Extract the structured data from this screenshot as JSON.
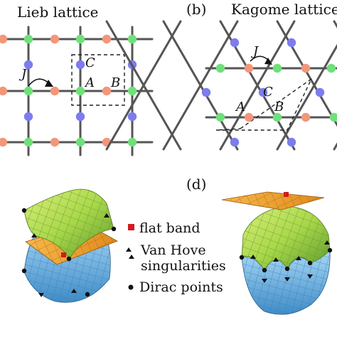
{
  "panels": [
    {
      "id": "a",
      "letter": "",
      "title": "Lieb lattice"
    },
    {
      "id": "b",
      "letter": "(b)",
      "title": "Kagome lattice"
    },
    {
      "id": "c",
      "letter": "",
      "title": ""
    },
    {
      "id": "d",
      "letter": "(d)",
      "title": ""
    }
  ],
  "lieb": {
    "hopping": "J",
    "sites": [
      "A",
      "B",
      "C"
    ]
  },
  "kagome": {
    "hopping": "J",
    "sites": [
      "A",
      "B",
      "C"
    ]
  },
  "legend": [
    {
      "marker": "square",
      "text": "flat band"
    },
    {
      "marker": "triangles",
      "text": "Van Hove"
    },
    {
      "marker": "",
      "text": "singularities"
    },
    {
      "marker": "dot",
      "text": "Dirac points"
    }
  ],
  "colors": {
    "site_a": "#6fe07a",
    "site_b": "#f3967a",
    "site_c": "#7c7cf0",
    "bond": "#555555",
    "band_upper": "#a8d84a",
    "band_flat": "#f0a030",
    "band_lower": "#6fb6ea",
    "flat_marker": "#d01c1c"
  }
}
